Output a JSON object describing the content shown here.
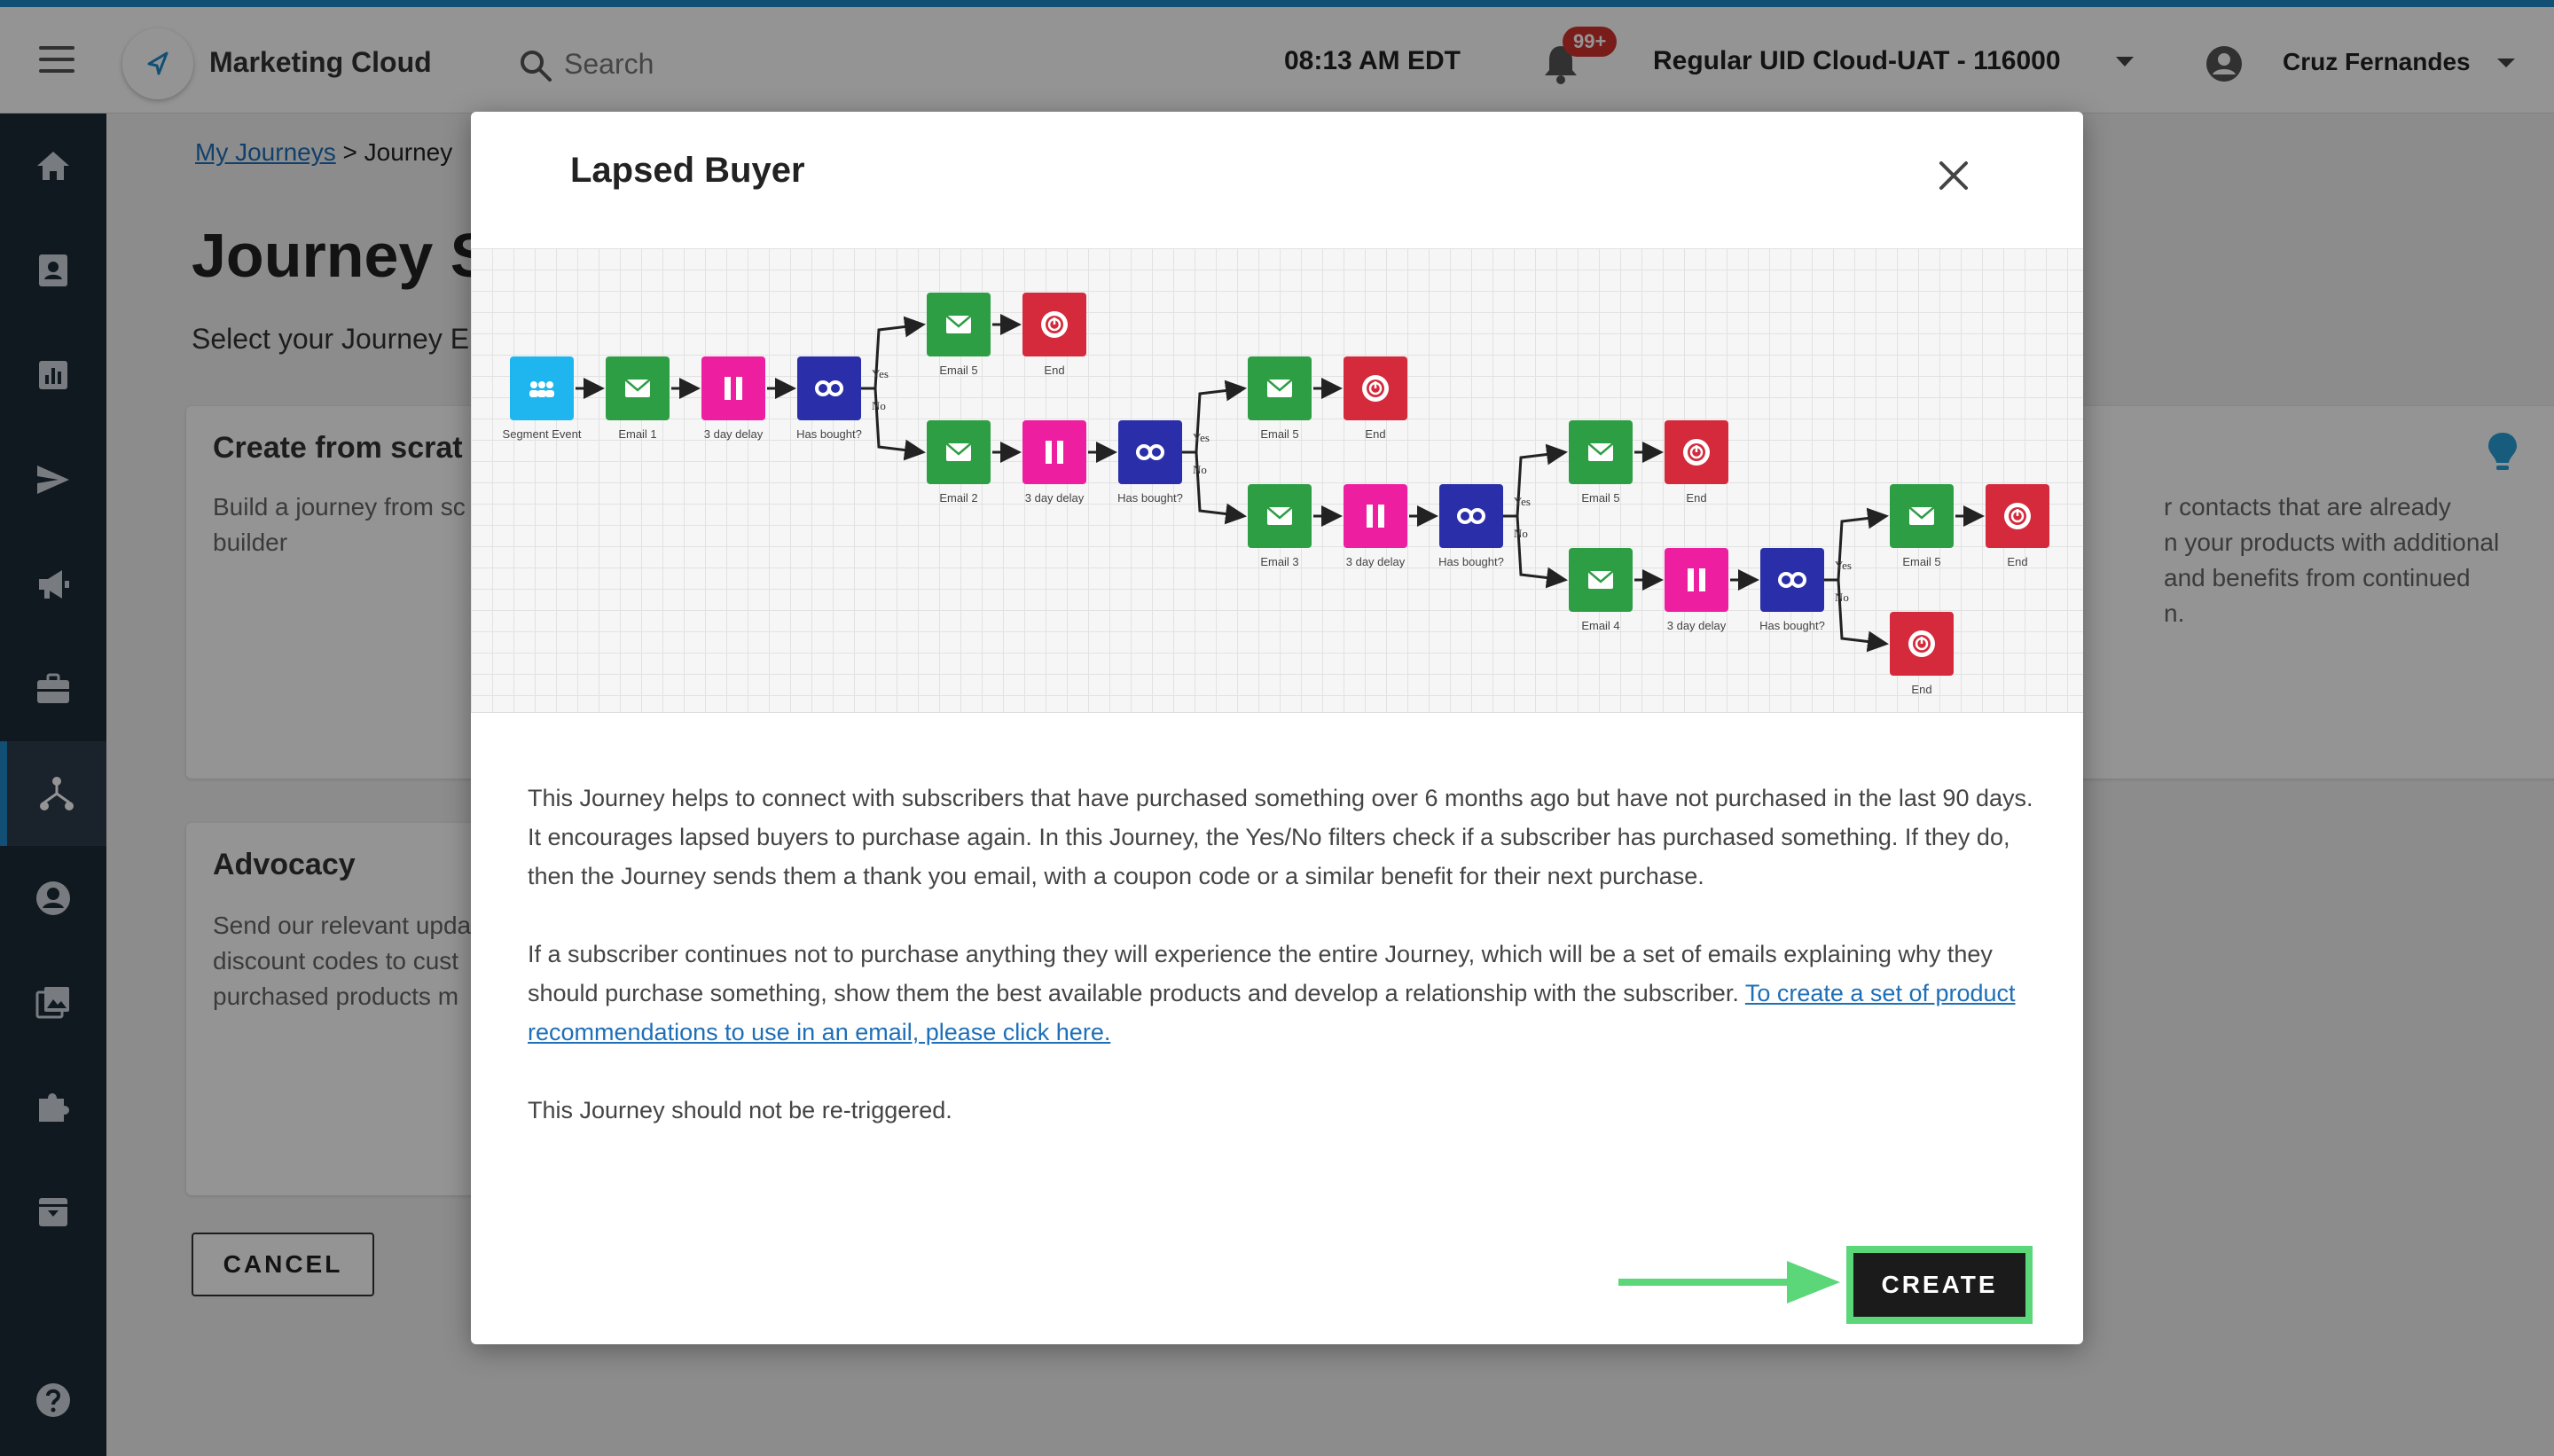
{
  "topbar": {
    "app_name": "Marketing Cloud",
    "search_placeholder": "Search",
    "clock": "08:13 AM EDT",
    "notification_badge": "99+",
    "account": "Regular UID Cloud-UAT - 116000",
    "user_name": "Cruz Fernandes",
    "accent_color": "#1e88c8"
  },
  "sidebar": {
    "items": [
      {
        "icon": "home-icon"
      },
      {
        "icon": "contacts-icon"
      },
      {
        "icon": "reports-icon"
      },
      {
        "icon": "send-icon"
      },
      {
        "icon": "megaphone-icon"
      },
      {
        "icon": "briefcase-icon"
      },
      {
        "icon": "journeys-icon",
        "active": true
      },
      {
        "icon": "account-circle-icon"
      },
      {
        "icon": "images-icon"
      },
      {
        "icon": "puzzle-icon"
      },
      {
        "icon": "archive-icon"
      },
      {
        "icon": "help-icon"
      }
    ]
  },
  "main": {
    "breadcrumb_link": "My Journeys",
    "breadcrumb_sep": ">",
    "breadcrumb_current": "Journey",
    "title": "Journey S",
    "subtitle": "Select your Journey E",
    "card1_title": "Create from scrat",
    "card1_text_1": "Build a journey from sc",
    "card1_text_2": "builder",
    "card2_text_1": "r contacts that are already",
    "card2_text_2": "n your products with additional",
    "card2_text_3": "and benefits from continued",
    "card2_text_4": "n.",
    "card3_title": "Advocacy",
    "card3_text_1": "Send our relevant upda",
    "card3_text_2": "discount codes to cust",
    "card3_text_3": "purchased products m",
    "cancel_label": "CANCEL"
  },
  "modal": {
    "title": "Lapsed Buyer",
    "para1": "This Journey helps to connect with subscribers that have purchased something over 6 months ago but have not purchased in the last 90 days. It encourages lapsed buyers to purchase again. In this Journey, the Yes/No filters check if a subscriber has purchased something. If they do, then the Journey sends them a thank you email, with a coupon code or a similar benefit for their next purchase.",
    "para2": "If a subscriber continues not to purchase anything they will experience the entire Journey, which will be a set of emails explaining why they should purchase something, show them the best available products and develop a relationship with the subscriber. ",
    "para2_link": "To create a set of product recommendations to use in an email, please click here.",
    "para3": "This Journey should not be re-triggered.",
    "create_label": "CREATE",
    "highlight_color": "#5bd77a"
  },
  "diagram": {
    "colors": {
      "segment": "#1fb6f0",
      "email": "#2e9e44",
      "delay": "#ee1ea0",
      "filter": "#2a2ea8",
      "end": "#d42a3c"
    },
    "nodes": [
      {
        "type": "segment",
        "label": "Segment Event"
      },
      {
        "type": "email",
        "label": "Email 1"
      },
      {
        "type": "delay",
        "label": "3 day delay"
      },
      {
        "type": "filter",
        "label": "Has bought?"
      },
      {
        "type": "email",
        "label": "Email 5"
      },
      {
        "type": "end",
        "label": "End"
      },
      {
        "type": "email",
        "label": "Email 2"
      },
      {
        "type": "delay",
        "label": "3 day delay"
      },
      {
        "type": "filter",
        "label": "Has bought?"
      },
      {
        "type": "email",
        "label": "Email 5"
      },
      {
        "type": "end",
        "label": "End"
      },
      {
        "type": "email",
        "label": "Email 3"
      },
      {
        "type": "delay",
        "label": "3 day delay"
      },
      {
        "type": "filter",
        "label": "Has bought?"
      },
      {
        "type": "email",
        "label": "Email 5"
      },
      {
        "type": "end",
        "label": "End"
      },
      {
        "type": "email",
        "label": "Email 4"
      },
      {
        "type": "delay",
        "label": "3 day delay"
      },
      {
        "type": "filter",
        "label": "Has bought?"
      },
      {
        "type": "email",
        "label": "Email 5"
      },
      {
        "type": "end",
        "label": "End"
      },
      {
        "type": "end",
        "label": "End"
      }
    ],
    "yes_label": "Yes",
    "no_label": "No"
  }
}
